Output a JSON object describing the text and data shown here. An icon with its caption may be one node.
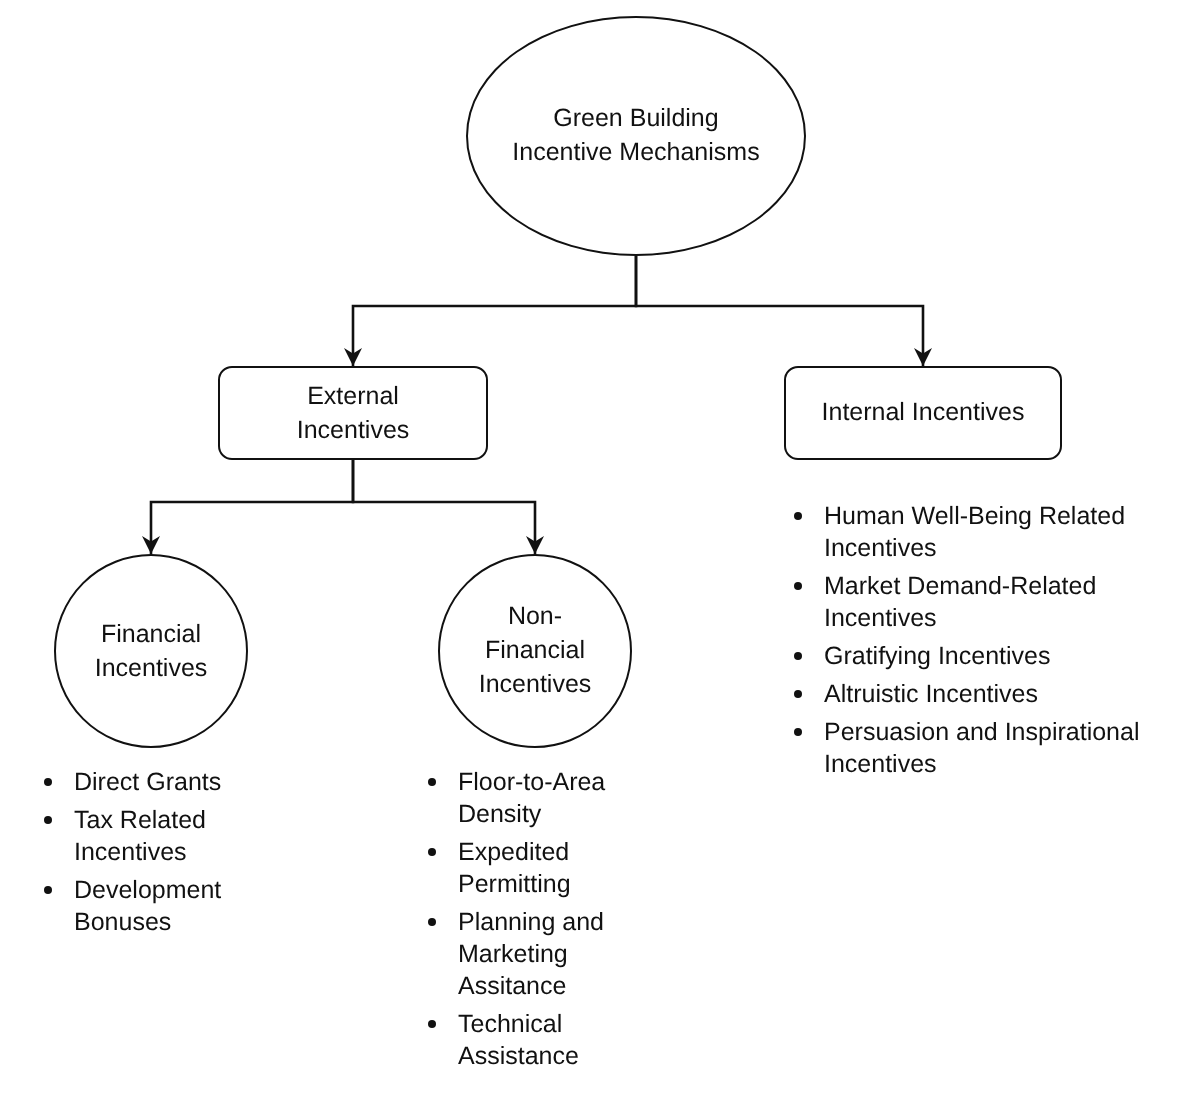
{
  "diagram": {
    "nodes": [
      {
        "text": [
          "Green Building Incentive Mechanisms"
        ]
      },
      {
        "text": [
          "External Incentives"
        ]
      },
      {
        "text": [
          "Internal Incentives"
        ],
        "beside": [
          "Human Well-Being Related Incentives",
          "Market Demand-Related Incentives",
          "Gratifying Incentives",
          "Altruistic Incentives",
          "Persuasion and Inspirational Incentives"
        ]
      },
      {
        "text": [
          "Financial Incentives"
        ],
        "beside": [
          "Direct Grants",
          "Tax Related Incentives",
          "Development Bonuses"
        ]
      },
      {
        "text": [
          "Non-Financial Incentives"
        ],
        "beside": [
          "Floor-to-Area Density",
          "Expedited Permitting",
          "Planning and Marketing Assitance",
          "Technical Assistance"
        ]
      }
    ],
    "edges": [
      {
        "from": 0,
        "to": 1,
        "arrow": "to"
      },
      {
        "from": 0,
        "to": 2,
        "arrow": "to"
      },
      {
        "from": 1,
        "to": 3,
        "arrow": "to"
      },
      {
        "from": 1,
        "to": 4,
        "arrow": "to"
      }
    ]
  }
}
